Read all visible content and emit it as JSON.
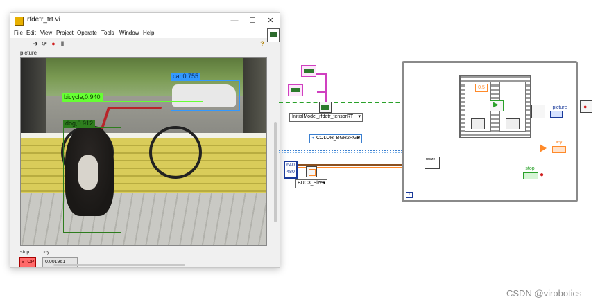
{
  "window": {
    "title": "rfdetr_trt.vi",
    "controls": [
      "—",
      "☐",
      "✕"
    ]
  },
  "menu": [
    "File",
    "Edit",
    "View",
    "Project",
    "Operate",
    "Tools",
    "Window",
    "Help"
  ],
  "toolbar": {
    "run_icon": "➔",
    "run_continuous_icon": "⟳",
    "abort_icon": "●",
    "pause_icon": "‖",
    "help_icon": "?"
  },
  "front_panel": {
    "picture_label": "picture",
    "detections": [
      {
        "label": "car,0.755",
        "color": "#3399ff"
      },
      {
        "label": "bicycle,0.940",
        "color": "#66ff33"
      },
      {
        "label": "dog,0.912",
        "color": "#2e7d1e"
      }
    ],
    "stop_label": "stop",
    "stop_button": "STOP",
    "xy_label": "x-y",
    "xy_value": "0.001961"
  },
  "block_diagram": {
    "init_node": "InitialModel_rfdetr_tensorRT",
    "color_enum": "COLOR_BGR2RGB",
    "width_const": "640",
    "height_const": "480",
    "size_enum": "BUC3_Size",
    "resize_node": "resize",
    "threshold_const": "0.5",
    "picture_terminal": "picture",
    "xy_terminal": "x-y",
    "stop_terminal": "stop",
    "loop_index": "i",
    "colors": {
      "orange_wire": "#ff8a2a",
      "blue_wire": "#3a7fd0",
      "green_wire": "#2aa12a",
      "pink_wire": "#d040c0",
      "brown_wire": "#8a5020"
    }
  },
  "watermark": "CSDN @virobotics"
}
